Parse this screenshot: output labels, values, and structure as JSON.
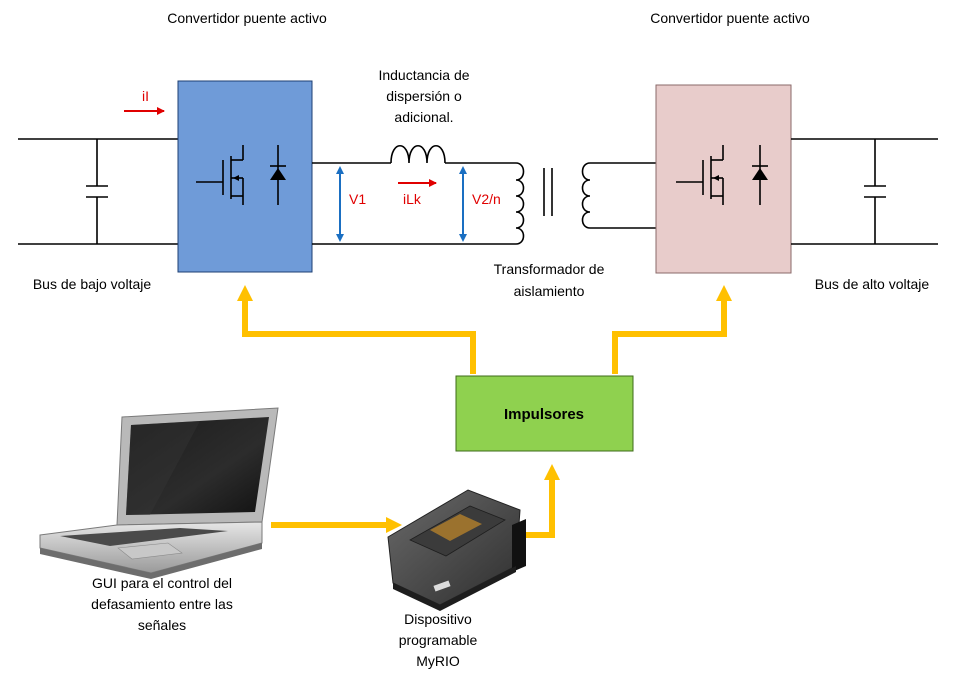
{
  "labels": {
    "converter_left_title": "Convertidor puente activo",
    "converter_right_title": "Convertidor puente activo",
    "inductance_line1": "Inductancia de",
    "inductance_line2": "dispersión o",
    "inductance_line3": "adicional.",
    "current_il": "iI",
    "current_ilk": "iLk",
    "voltage_v1": "V1",
    "voltage_v2n": "V2/n",
    "bus_low": "Bus de bajo voltaje",
    "bus_high": "Bus de alto voltaje",
    "transformer_line1": "Transformador de",
    "transformer_line2": "aislamiento",
    "drivers": "Impulsores",
    "gui_line1": "GUI para el control del",
    "gui_line2": "defasamiento entre las",
    "gui_line3": "señales",
    "device_line1": "Dispositivo",
    "device_line2": "programable",
    "device_line3": "MyRIO"
  },
  "colors": {
    "converter_left_fill": "#6f9bd8",
    "converter_right_fill": "#e8cccb",
    "drivers_fill": "#8fd14f",
    "signal_arrow": "#ffc000",
    "current_arrow": "#e00000",
    "voltage_arrow": "#1a6fc2"
  }
}
